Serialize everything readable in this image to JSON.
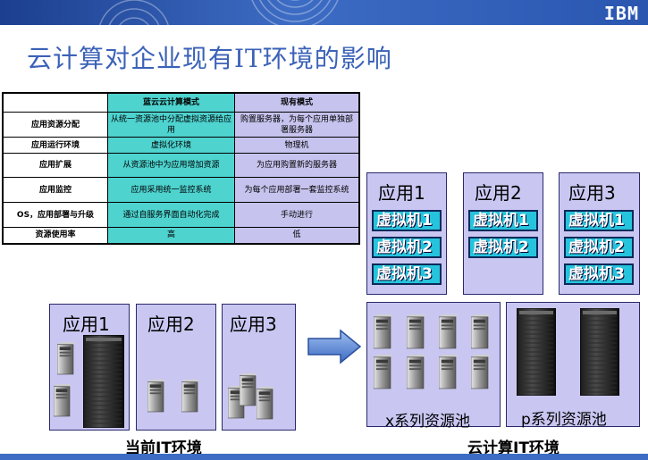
{
  "header": {
    "logo": "IBM"
  },
  "title": "云计算对企业现有IT环境的影响",
  "table": {
    "columns": [
      "",
      "蓝云云计算模式",
      "现有模式"
    ],
    "rows": [
      [
        "应用资源分配",
        "从统一资源池中分配虚拟资源给应用",
        "购置服务器，为每个应用单独部署服务器"
      ],
      [
        "应用运行环境",
        "虚拟化环境",
        "物理机"
      ],
      [
        "应用扩展",
        "从资源池中为应用增加资源",
        "为应用购置新的服务器"
      ],
      [
        "应用监控",
        "应用采用统一监控系统",
        "为每个应用部署一套监控系统"
      ],
      [
        "OS，应用部署与升级",
        "通过自服务界面自动化完成",
        "手动进行"
      ],
      [
        "资源使用率",
        "高",
        "低"
      ]
    ]
  },
  "cloud_apps": [
    {
      "name": "应用1",
      "vms": [
        "虚拟机1",
        "虚拟机2",
        "虚拟机3"
      ]
    },
    {
      "name": "应用2",
      "vms": [
        "虚拟机1",
        "虚拟机2"
      ]
    },
    {
      "name": "应用3",
      "vms": [
        "虚拟机1",
        "虚拟机2",
        "虚拟机3"
      ]
    }
  ],
  "current_apps": [
    "应用1",
    "应用2",
    "应用3"
  ],
  "pools": {
    "x": "x系列资源池",
    "p": "p系列资源池"
  },
  "captions": {
    "current": "当前IT环境",
    "cloud": "云计算IT环境"
  }
}
